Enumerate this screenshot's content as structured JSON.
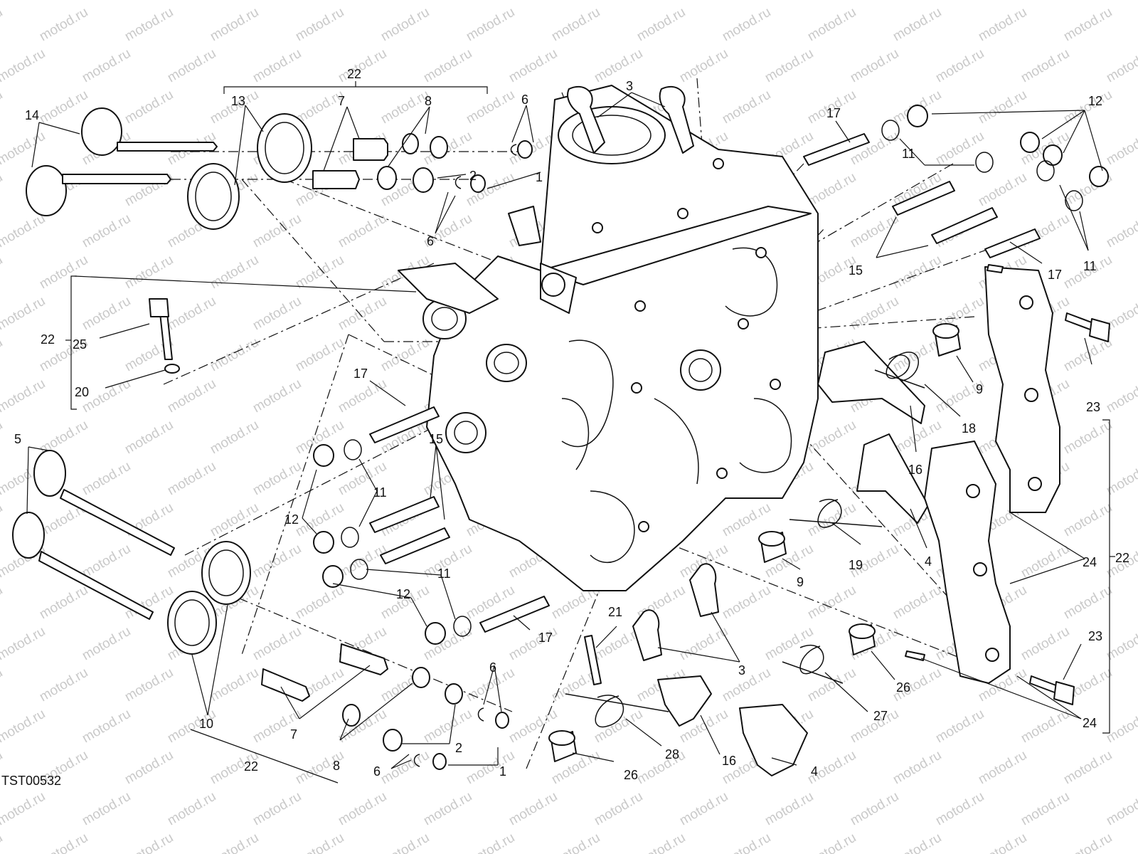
{
  "drawing_code": "TST00532",
  "watermark": "motod.ru",
  "labels": {
    "l1a": "1",
    "l1b": "1",
    "l2a": "2",
    "l2b": "2",
    "l3a": "3",
    "l3b": "3",
    "l4a": "4",
    "l4b": "4",
    "l5": "5",
    "l6a": "6",
    "l6b": "6",
    "l6c": "6",
    "l6d": "6",
    "l7a": "7",
    "l7b": "7",
    "l8a": "8",
    "l8b": "8",
    "l9a": "9",
    "l9b": "9",
    "l10": "10",
    "l11a": "11",
    "l11b": "11",
    "l11c": "11",
    "l11d": "11",
    "l12a": "12",
    "l12b": "12",
    "l12c": "12",
    "l13": "13",
    "l14": "14",
    "l15a": "15",
    "l15b": "15",
    "l16a": "16",
    "l16b": "16",
    "l17a": "17",
    "l17b": "17",
    "l17c": "17",
    "l17d": "17",
    "l18": "18",
    "l19": "19",
    "l20": "20",
    "l21": "21",
    "l22a": "22",
    "l22b": "22",
    "l22c": "22",
    "l22d": "22",
    "l23a": "23",
    "l23b": "23",
    "l24a": "24",
    "l24b": "24",
    "l25": "25",
    "l26a": "26",
    "l26b": "26",
    "l27": "27",
    "l28": "28"
  }
}
